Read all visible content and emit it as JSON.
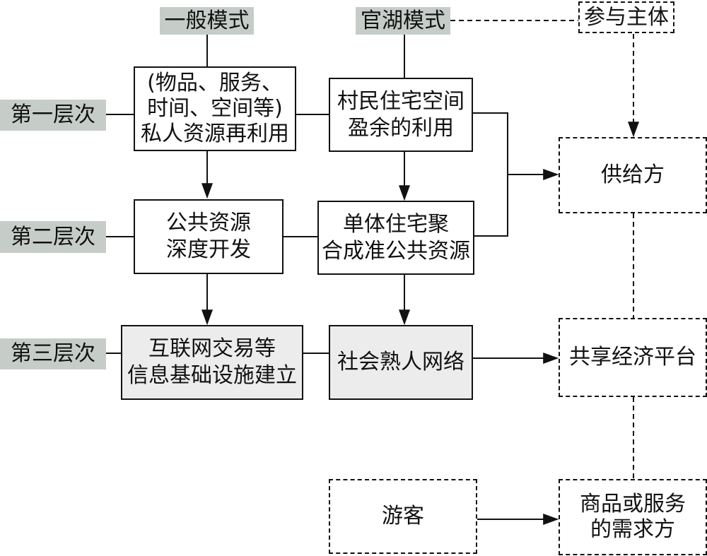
{
  "columns": {
    "general": "一般模式",
    "guanhu": "官湖模式",
    "participants": "参与主体"
  },
  "levels": [
    "第一层次",
    "第二层次",
    "第三层次"
  ],
  "general_mode": [
    "(物品、服务、\n时间、空间等)\n私人资源再利用",
    "公共资源\n深度开发",
    "互联网交易等\n信息基础设施建立"
  ],
  "guanhu_mode": [
    "村民住宅空间\n盈余的利用",
    "单体住宅聚\n合成准公共资源",
    "社会熟人网络"
  ],
  "actors": {
    "supplier": "供给方",
    "platform": "共享经济平台",
    "tourist": "游客",
    "demander": "商品或服务\n的需求方"
  }
}
